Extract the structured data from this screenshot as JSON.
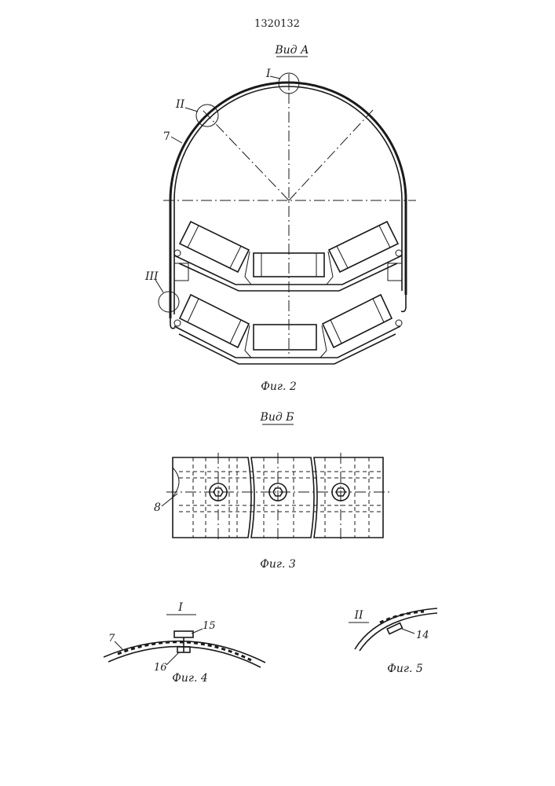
{
  "patent_number": "1320132",
  "figures": {
    "fig2": {
      "view_title": "Вид А",
      "caption": "Фиг. 2",
      "callouts": {
        "detail_1": "I",
        "detail_2": "II",
        "detail_3": "III",
        "part_7": "7"
      }
    },
    "fig3": {
      "view_title": "Вид Б",
      "caption": "Фиг. 3",
      "callouts": {
        "part_8": "8"
      }
    },
    "fig4": {
      "detail_title": "I",
      "caption": "Фиг. 4",
      "callouts": {
        "part_7": "7",
        "part_15": "15",
        "part_16": "16"
      }
    },
    "fig5": {
      "detail_title": "II",
      "caption": "Фиг. 5",
      "callouts": {
        "part_14": "14"
      }
    }
  }
}
